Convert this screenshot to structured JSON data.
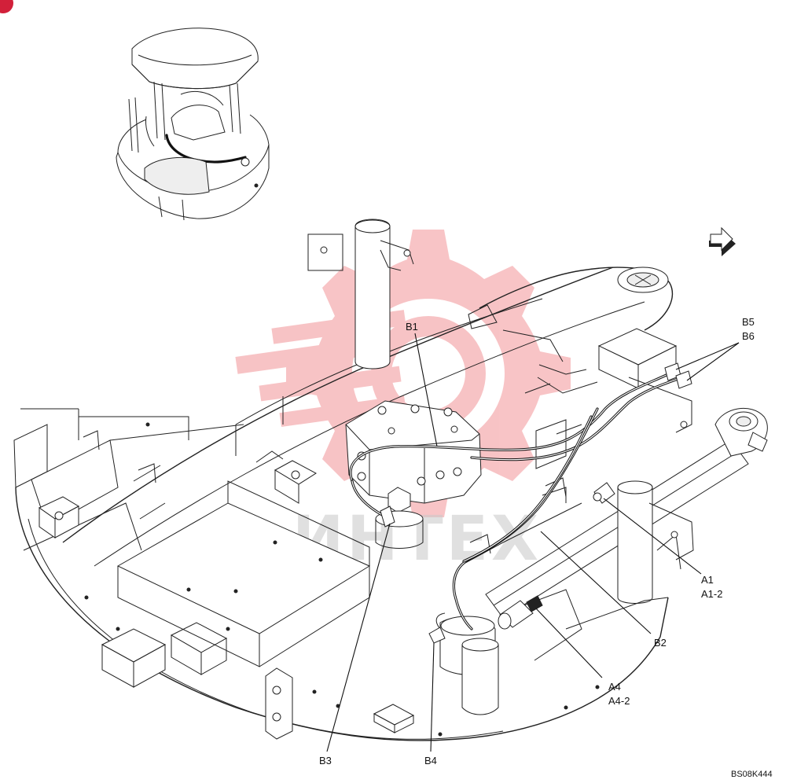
{
  "figure": {
    "reference_code": "BS08K444",
    "watermark_text": "ИНТЕХ",
    "watermark_color": "#e8494f",
    "page_marker_color": "#d2203a",
    "direction_arrow": "front-direction-arrow-icon"
  },
  "callouts": [
    {
      "id": "b1",
      "lines": [
        "B1"
      ]
    },
    {
      "id": "b5b6",
      "lines": [
        "B5",
        "B6"
      ]
    },
    {
      "id": "a1",
      "lines": [
        "A1",
        "A1-2"
      ]
    },
    {
      "id": "b2",
      "lines": [
        "B2"
      ]
    },
    {
      "id": "a4",
      "lines": [
        "A4",
        "A4-2"
      ]
    },
    {
      "id": "b3",
      "lines": [
        "B3"
      ]
    },
    {
      "id": "b4",
      "lines": [
        "B4"
      ]
    }
  ]
}
